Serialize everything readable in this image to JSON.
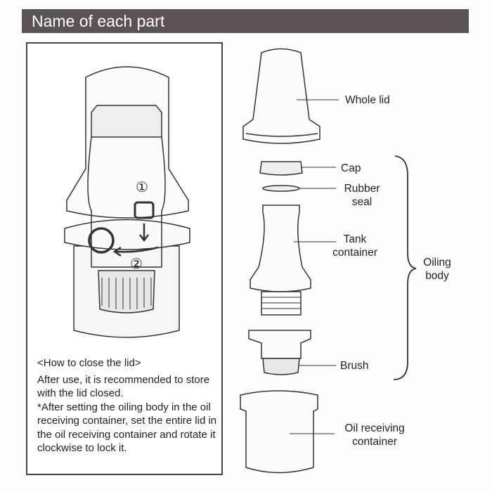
{
  "header": {
    "title": "Name of each part"
  },
  "howto": {
    "title": "<How to close the lid>",
    "body": "After use, it is recommended to store with the lid closed.",
    "note": "*After setting the oiling body in the oil receiving container, set the entire lid in the oil receiving container and rotate it clockwise to lock it."
  },
  "steps": [
    "①",
    "②"
  ],
  "parts": {
    "whole_lid": "Whole lid",
    "cap": "Cap",
    "rubber_seal_1": "Rubber",
    "rubber_seal_2": "seal",
    "tank_1": "Tank",
    "tank_2": "container",
    "oiling_1": "Oiling",
    "oiling_2": "body",
    "brush": "Brush",
    "oil_1": "Oil receiving",
    "oil_2": "container"
  }
}
